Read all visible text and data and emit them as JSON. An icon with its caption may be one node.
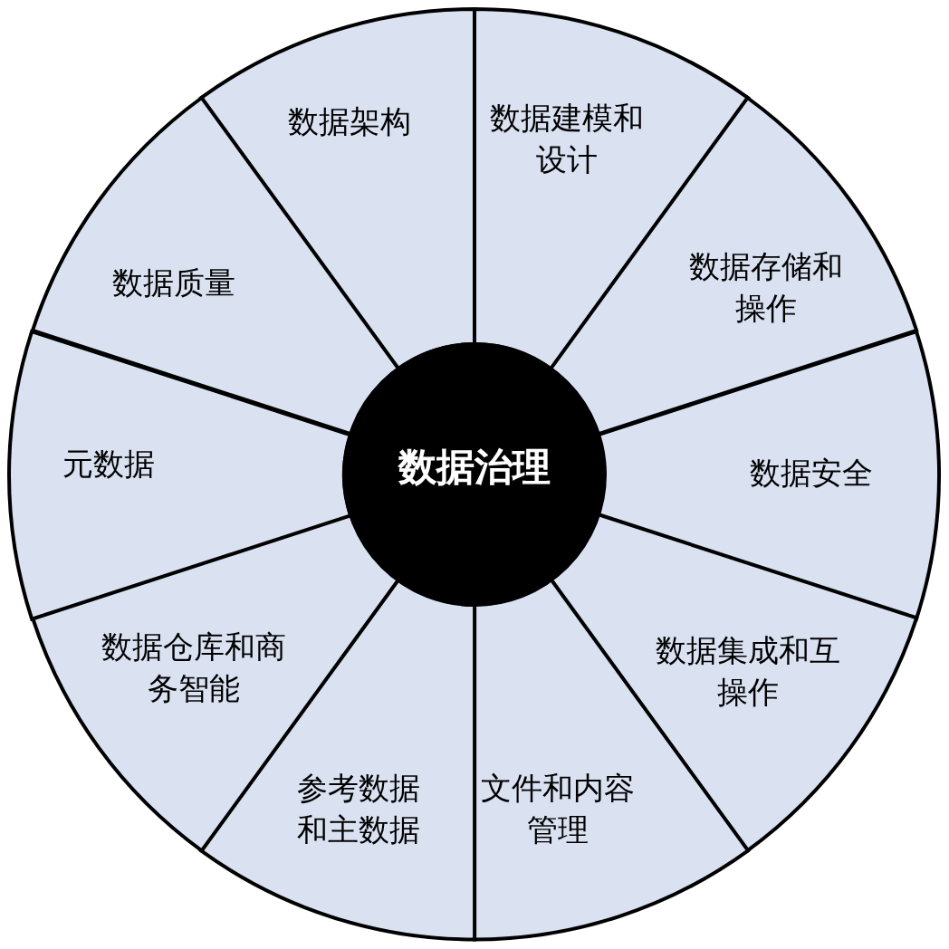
{
  "diagram": {
    "nodes": [
      {
        "text": [
          "数据架构"
        ]
      },
      {
        "text": [
          "数据建模和设计"
        ]
      },
      {
        "text": [
          "数据存储和操作"
        ]
      },
      {
        "text": [
          "数据安全"
        ]
      },
      {
        "text": [
          "数据集成和互操作"
        ]
      },
      {
        "text": [
          "文件和内容管理"
        ]
      },
      {
        "text": [
          "参考数据和主数据"
        ]
      },
      {
        "text": [
          "数据仓库和商务智能"
        ]
      },
      {
        "text": [
          "元数据"
        ]
      },
      {
        "text": [
          "数据质量"
        ]
      },
      {
        "text": [
          "数据治理"
        ]
      }
    ]
  }
}
